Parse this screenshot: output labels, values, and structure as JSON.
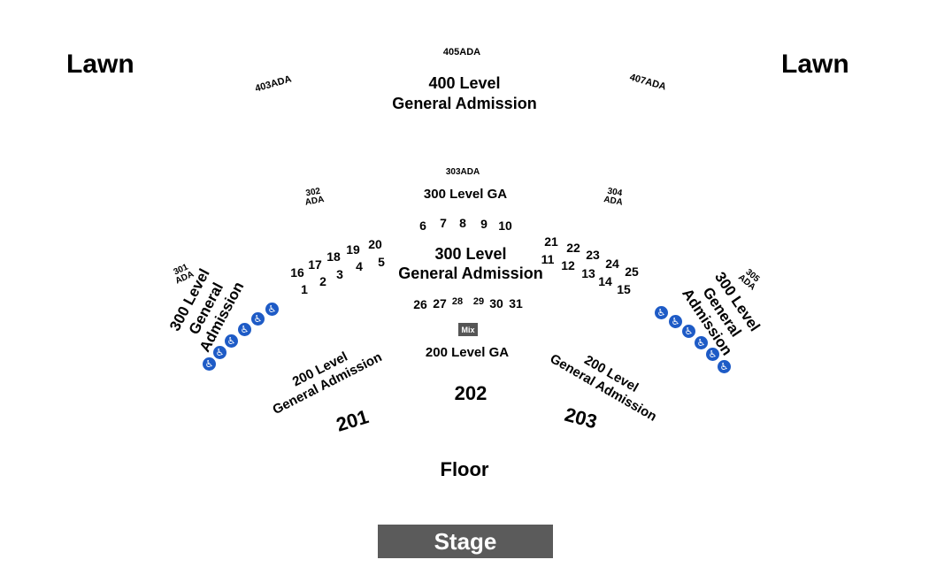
{
  "lawn": {
    "left": "Lawn",
    "right": "Lawn"
  },
  "ada": {
    "s405": "405ADA",
    "s403": "403ADA",
    "s407": "407ADA",
    "s303": "303ADA",
    "s302_num": "302",
    "s302_ada": "ADA",
    "s304_num": "304",
    "s304_ada": "ADA",
    "s301_num": "301",
    "s301_ada": "ADA",
    "s305_num": "305",
    "s305_ada": "ADA"
  },
  "level400": {
    "line1": "400 Level",
    "line2": "General Admission"
  },
  "level300_ga": "300 Level GA",
  "level300_center": {
    "line1": "300 Level",
    "line2": "General Admission"
  },
  "level300_left": {
    "line1": "300 Level",
    "line2": "General",
    "line3": "Admission"
  },
  "level300_right": {
    "line1": "300 Level",
    "line2": "General",
    "line3": "Admission"
  },
  "level200_ga": "200 Level GA",
  "level200_left": {
    "line1": "200 Level",
    "line2": "General Admission"
  },
  "level200_right": {
    "line1": "200 Level",
    "line2": "General Admission"
  },
  "mix": "Mix",
  "sections": {
    "s1": "1",
    "s2": "2",
    "s3": "3",
    "s4": "4",
    "s5": "5",
    "s6": "6",
    "s7": "7",
    "s8": "8",
    "s9": "9",
    "s10": "10",
    "s11": "11",
    "s12": "12",
    "s13": "13",
    "s14": "14",
    "s15": "15",
    "s16": "16",
    "s17": "17",
    "s18": "18",
    "s19": "19",
    "s20": "20",
    "s21": "21",
    "s22": "22",
    "s23": "23",
    "s24": "24",
    "s25": "25",
    "s26": "26",
    "s27": "27",
    "s28": "28",
    "s29": "29",
    "s30": "30",
    "s31": "31",
    "s201": "201",
    "s202": "202",
    "s203": "203"
  },
  "floor": "Floor",
  "stage": "Stage",
  "icons": {
    "wheelchair": "wheelchair-icon",
    "wheelchair_glyph": "♿",
    "wheelchair_color": "#1e5bc6"
  }
}
